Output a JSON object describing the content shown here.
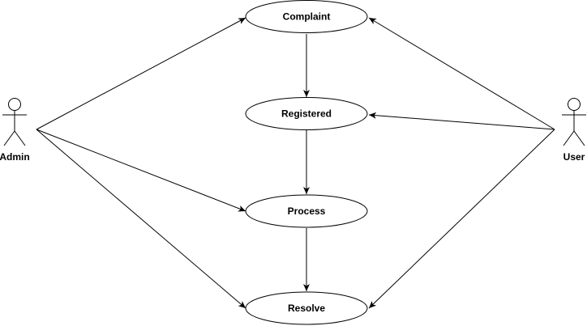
{
  "actors": {
    "admin": {
      "label": "Admin"
    },
    "user": {
      "label": "User"
    }
  },
  "usecases": {
    "complaint": {
      "label": "Complaint"
    },
    "registered": {
      "label": "Registered"
    },
    "process": {
      "label": "Process"
    },
    "resolve": {
      "label": "Resolve"
    }
  },
  "relations": [
    {
      "from": "admin",
      "to": "complaint"
    },
    {
      "from": "admin",
      "to": "process"
    },
    {
      "from": "admin",
      "to": "resolve"
    },
    {
      "from": "user",
      "to": "complaint"
    },
    {
      "from": "user",
      "to": "registered"
    },
    {
      "from": "user",
      "to": "resolve"
    },
    {
      "from": "complaint",
      "to": "registered"
    },
    {
      "from": "registered",
      "to": "process"
    },
    {
      "from": "process",
      "to": "resolve"
    }
  ],
  "colors": {
    "stroke": "#000000",
    "fill": "#ffffff",
    "background": "#ffffff"
  }
}
